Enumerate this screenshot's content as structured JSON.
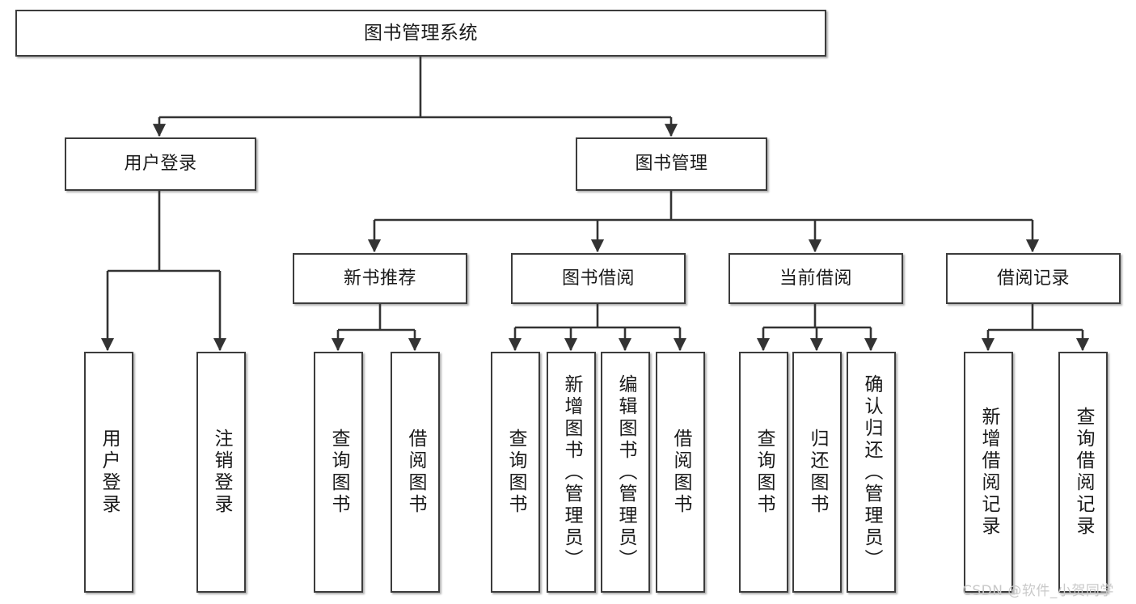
{
  "diagram": {
    "title": "图书管理系统",
    "type": "tree-hierarchy-chart",
    "colors": {
      "box_border": "#3c3c3c",
      "box_fill": "#ffffff",
      "line": "#333333",
      "text": "#1a1a1a",
      "watermark": "#c9c9c9",
      "background": "#ffffff"
    },
    "root": {
      "label": "图书管理系统"
    },
    "level2": [
      {
        "label": "用户登录"
      },
      {
        "label": "图书管理"
      }
    ],
    "level3": [
      {
        "label": "新书推荐"
      },
      {
        "label": "图书借阅"
      },
      {
        "label": "当前借阅"
      },
      {
        "label": "借阅记录"
      }
    ],
    "leaves": {
      "user_login": [
        {
          "label": "用户登录"
        },
        {
          "label": "注销登录"
        }
      ],
      "new_book_recommend": [
        {
          "label": "查询图书"
        },
        {
          "label": "借阅图书"
        }
      ],
      "book_borrow": [
        {
          "label": "查询图书"
        },
        {
          "label": "新增图书（管理员）"
        },
        {
          "label": "编辑图书（管理员）"
        },
        {
          "label": "借阅图书"
        }
      ],
      "current_borrow": [
        {
          "label": "查询图书"
        },
        {
          "label": "归还图书"
        },
        {
          "label": "确认归还（管理员）"
        }
      ],
      "borrow_record": [
        {
          "label": "新增借阅记录"
        },
        {
          "label": "查询借阅记录"
        }
      ]
    }
  },
  "watermark": {
    "text": "CSDN @软件_小贺同学"
  }
}
